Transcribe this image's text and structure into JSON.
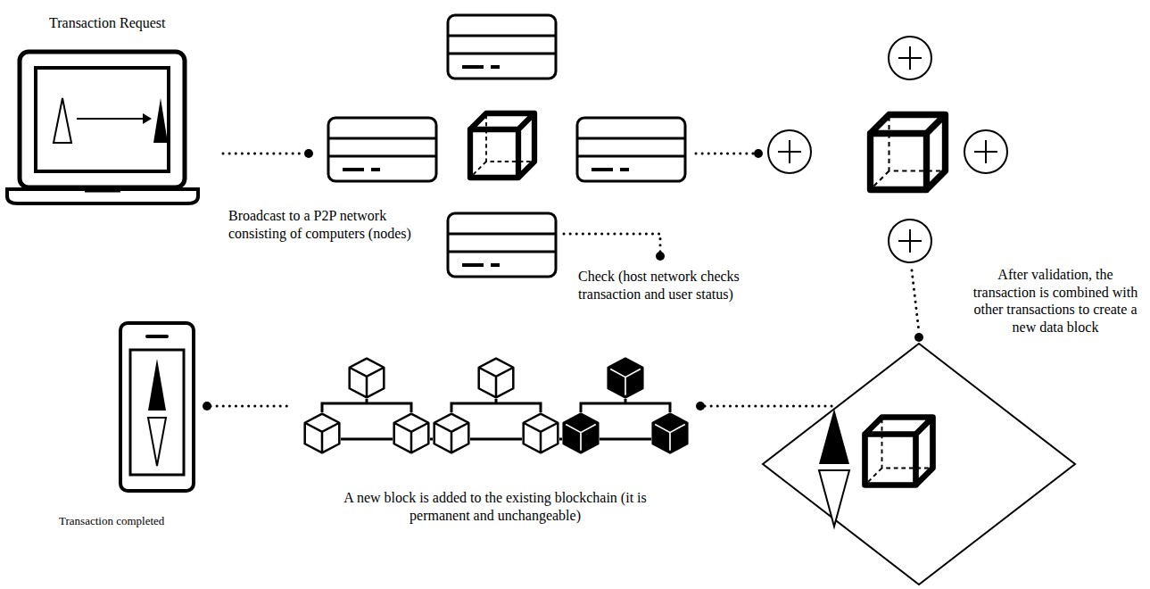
{
  "diagram": {
    "labels": [
      "Transaction Request",
      "Broadcast to a P2P network consisting of computers (nodes)",
      "Check (host network checks transaction and user status)",
      "After validation, the transaction is combined with other transactions to create a new data block",
      "A new block is added to the existing blockchain (it is permanent and unchangeable)",
      "Transaction completed"
    ]
  }
}
